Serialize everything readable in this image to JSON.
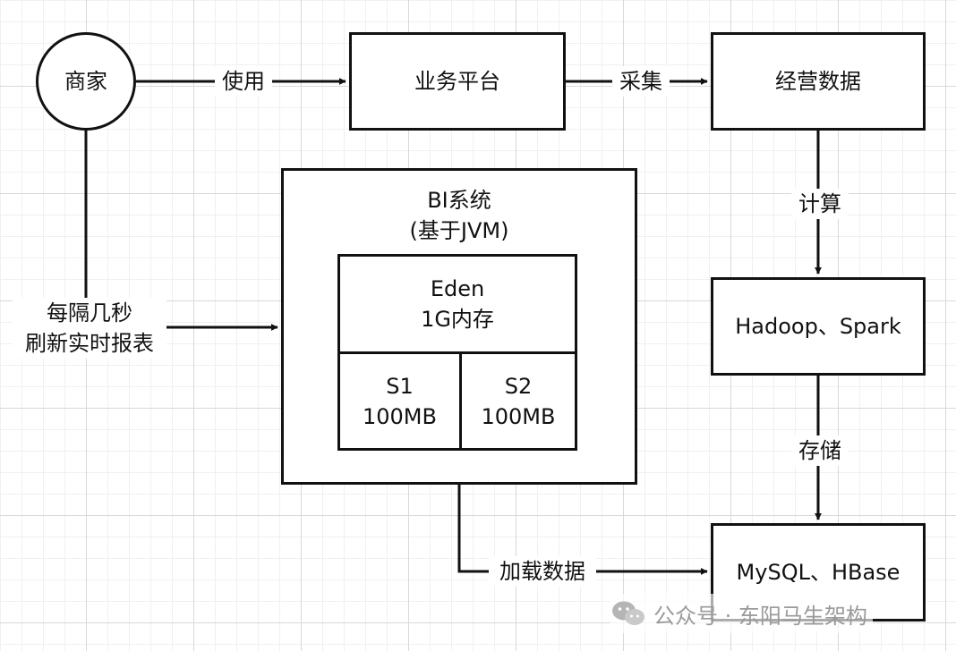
{
  "nodes": {
    "merchant": "商家",
    "business_platform": "业务平台",
    "operating_data": "经营数据",
    "bi_system": {
      "line1": "BI系统",
      "line2": "(基于JVM)"
    },
    "eden": {
      "line1": "Eden",
      "line2": "1G内存"
    },
    "s1": {
      "line1": "S1",
      "line2": "100MB"
    },
    "s2": {
      "line1": "S2",
      "line2": "100MB"
    },
    "hadoop_spark": "Hadoop、Spark",
    "mysql_hbase": "MySQL、HBase"
  },
  "edges": {
    "use": "使用",
    "collect": "采集",
    "compute": "计算",
    "store": "存储",
    "refresh": {
      "line1": "每隔几秒",
      "line2": "刷新实时报表"
    },
    "load_data": "加载数据"
  },
  "watermark": {
    "text": "公众号 · 东阳马生架构",
    "icon": "wechat-icon"
  },
  "colors": {
    "stroke": "#111111",
    "grid": "#d9d9d9",
    "watermark": "#9a9a9a"
  }
}
